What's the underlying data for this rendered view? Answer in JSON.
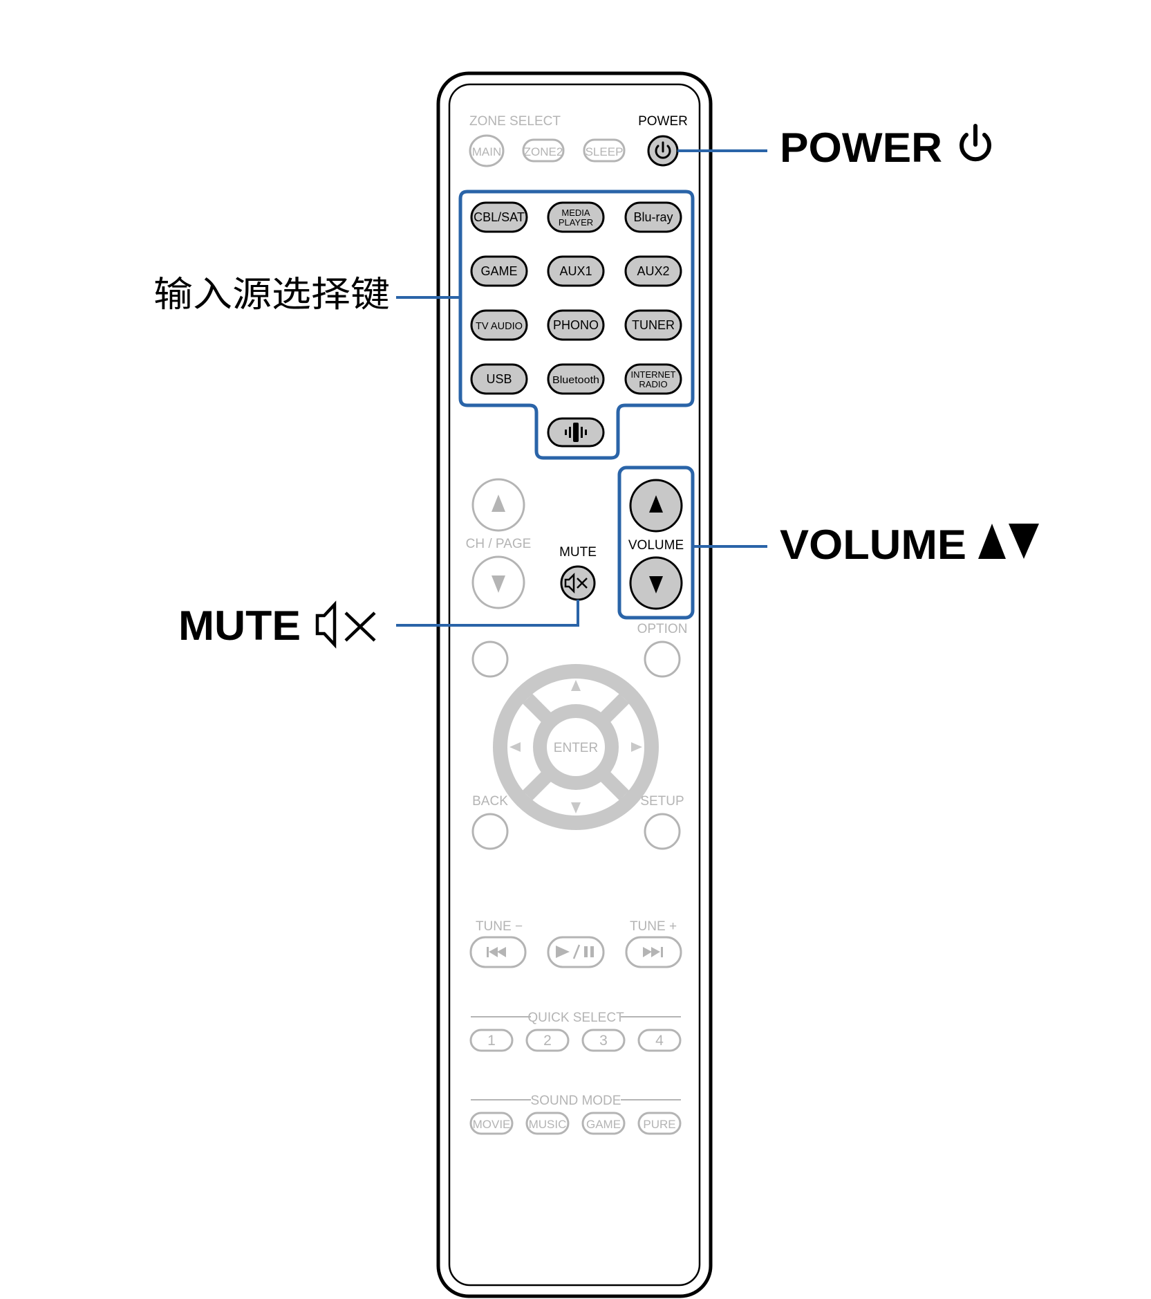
{
  "remote": {
    "zone_select": {
      "heading": "ZONE SELECT",
      "buttons": [
        "MAIN",
        "ZONE2",
        "SLEEP"
      ]
    },
    "power": {
      "label": "POWER"
    },
    "source_buttons": [
      [
        "CBL/SAT",
        "MEDIA\nPLAYER",
        "Blu-ray"
      ],
      [
        "GAME",
        "AUX1",
        "AUX2"
      ],
      [
        "TV AUDIO",
        "PHONO",
        "TUNER"
      ],
      [
        "USB",
        "Bluetooth",
        "INTERNET\nRADIO"
      ]
    ],
    "ch_page": {
      "label": "CH / PAGE"
    },
    "mute": {
      "label": "MUTE"
    },
    "volume": {
      "label": "VOLUME"
    },
    "option": {
      "label": "OPTION"
    },
    "enter": {
      "label": "ENTER"
    },
    "back": {
      "label": "BACK"
    },
    "setup": {
      "label": "SETUP"
    },
    "tune_minus": {
      "label": "TUNE −"
    },
    "tune_plus": {
      "label": "TUNE +"
    },
    "quick_select": {
      "heading": "QUICK SELECT",
      "buttons": [
        "1",
        "2",
        "3",
        "4"
      ]
    },
    "sound_mode": {
      "heading": "SOUND MODE",
      "buttons": [
        "MOVIE",
        "MUSIC",
        "GAME",
        "PURE"
      ]
    }
  },
  "callouts": {
    "power": "POWER",
    "source": "输入源选择键",
    "volume": "VOLUME",
    "mute": "MUTE"
  },
  "colors": {
    "highlight": "#2a64a8",
    "active_button_fill": "#c8c8c8",
    "inactive": "#b4b4b4",
    "body_outline": "#000000"
  },
  "icons": {
    "power": "power-icon",
    "mute": "mute-icon",
    "volume": "volume-up-down-icon",
    "heos": "heos-icon"
  }
}
